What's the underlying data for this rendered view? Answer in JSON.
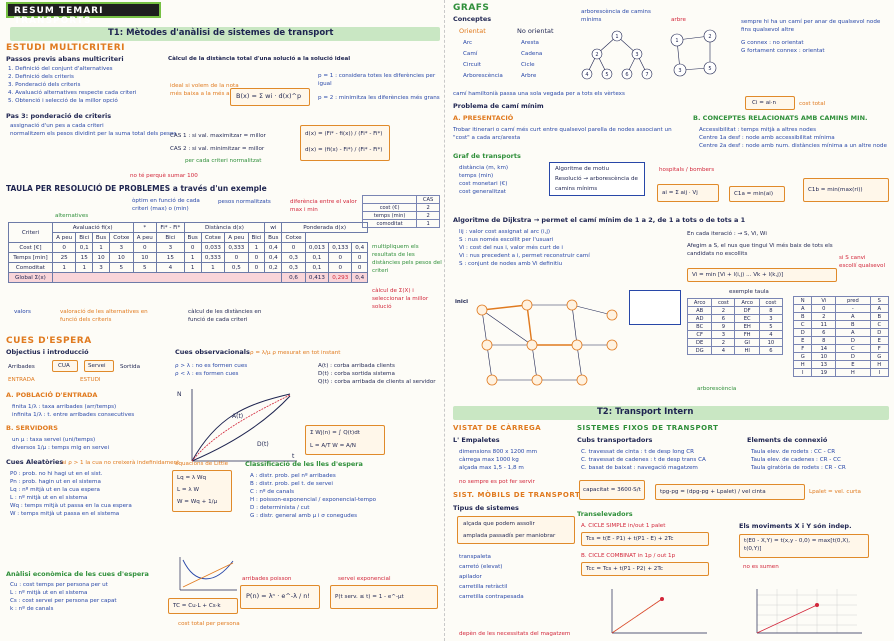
{
  "header": {
    "banner": "RESUM TEMARI TRANSPORTS"
  },
  "t1": {
    "title": "T1: Mètodes d'anàlisi de sistemes de transport",
    "multicriteri": {
      "heading": "ESTUDI MULTICRITERI",
      "intro": "Passos previs abans multicriteri",
      "steps": [
        "1. Definició del conjunt d'alternatives",
        "2. Definició dels criteris",
        "3. Ponderació dels criteris",
        "4. Avaluació alternatives respecte cada criteri",
        "5. Obtenció i selecció de la millor opció"
      ],
      "pas3": "Pas 3: ponderació de criteris",
      "pas3_items": [
        "assignació d'un pes a cada criteri",
        "normalitzem els pesos dividint per la suma total dels pesos"
      ],
      "pas3_note": "no té perquè sumar 100",
      "calcul_title": "Càlcul de la distància total d'una solució a la solució ideal",
      "formula_B": "B(x) = Σ wi · d(x)^p",
      "p_notes": [
        "p = 1 : considera totes les diferències per igual",
        "p = 2 : minimitza les diferències més grans"
      ],
      "p_caption": "ideal si volem de la nota més baixa a la més alta",
      "cas_title": "CAS 1 : si val. maximitzar = millor",
      "cas2_title": "CAS 2 : si val. minimitzar = millor",
      "formula_d1": "d(x) = (Fi* - fi(x)) / (Fi* - Fi*)",
      "formula_d2": "d(x) = (fi(x) - Fi*) / (Fi* - Fi*)",
      "cas_note": "per cada criteri normalitzat",
      "taula_title": "TAULA PER RESOLUCIÓ DE PROBLEMES a través d'un exemple",
      "tag_alternatives": "alternatives",
      "tag_optim": "òptim en funció de cada criteri (max) o (min)",
      "tag_pesos": "pesos normalitzats",
      "tag_dist": "diferència entre el valor max i min",
      "tag_actors": "valors",
      "tag_val_alt": "valoració de les alternatives en funció dels criteris",
      "tag_calc_dist": "càlcul de les distàncies en funció de cada criteri",
      "tag_multi": "multipliquem els resultats de les distàncies pels pesos del criteri",
      "tag_calc_best": "càlcul de Σ(X) i seleccionar la millor solució",
      "small_table": {
        "header": "CAS",
        "rows": [
          [
            "cost (€)",
            "2"
          ],
          [
            "temps (min)",
            "2"
          ],
          [
            "comoditat",
            "1"
          ]
        ]
      }
    },
    "criteria_table": {
      "group1": "Avaluació fi(x)",
      "group2": "Distància d(x)",
      "group3": "Ponderada d(x)",
      "cols": [
        "A peu",
        "Bici",
        "Bus",
        "Cotxe",
        "*",
        "Fi* - Fi*",
        "A peu",
        "Bici",
        "Bus",
        "Cotxe",
        "wi",
        "A peu",
        "Bici",
        "Bus",
        "Cotxe"
      ],
      "row_label": "Criteri",
      "rows": [
        [
          "Cost [€]",
          "0",
          "0,1",
          "1",
          "3",
          "0",
          "3",
          "0",
          "0,033",
          "0,333",
          "1",
          "0,4",
          "0",
          "0,013",
          "0,133",
          "0,4"
        ],
        [
          "Temps [min]",
          "25",
          "15",
          "10",
          "10",
          "10",
          "15",
          "1",
          "0,333",
          "0",
          "0",
          "0,4",
          "0,3",
          "0,1",
          "0",
          "0"
        ],
        [
          "Comoditat",
          "1",
          "1",
          "3",
          "5",
          "5",
          "4",
          "1",
          "1",
          "0,5",
          "0",
          "0,2",
          "0,3",
          "0,1",
          "0",
          "0"
        ]
      ],
      "global_label": "Global Σ(x)",
      "global": [
        "0,6",
        "0,413",
        "0,293",
        "0,4"
      ]
    },
    "cues": {
      "heading": "CUES D'ESPERA",
      "objectius": "Objectius i introducció",
      "flow": [
        "Arribades",
        "CUA",
        "Servei",
        "Sortida"
      ],
      "flow_labels": [
        "ENTRADA",
        "ESTUDI"
      ],
      "a_title": "A. POBLACIÓ D'ENTRADA",
      "a_items": [
        "finita   1/λ : taxa arribades (arr/temps)",
        "infinita   1/λ : t. entre arribades consecutives"
      ],
      "b_title": "B. SERVIDORS",
      "b_items": [
        "un   μ : taxa servei (uni/temps)",
        "diversos   1/μ : temps mig en servei"
      ],
      "alertes_title": "Cues Aleatòries",
      "alertes_note": "si ρ > 1 la cua no creixerà indefinidament",
      "alertes_items": [
        "P0 : prob. no hi hagi ut en el sist.",
        "Pn : prob. hagin ut en el sistema",
        "Lq : nº mitjà ut en la cua espera",
        "L : nº mitjà ut en el sistema",
        "Wq : temps mitjà ut passa en la cua espera",
        "W : temps mitjà ut passa en el sistema"
      ],
      "analisi": "Anàlisi econòmica de les cues d'espera",
      "analisi_items": [
        "Cu : cost temps per persona per ut",
        "L : nº mitjà ut en el sistema",
        "Cs : cost servei per persona per capat",
        "k : nº de canals"
      ],
      "eq_title": "equacions de Little",
      "eq": [
        "Lq = λ Wq",
        "L = λ W",
        "W = Wq + 1/μ"
      ],
      "class_title": "Classificació de les lles d'espera",
      "class_items": [
        "A : distr. prob. pel nº arribades",
        "B : distr. prob. pel t. de servei",
        "C : nº de canals",
        "H : poisson-exponencial / exponencial-tempo",
        "D : determinista / cut",
        "G : distr. general amb μ i σ conegudes"
      ],
      "obs_title": "Cues observacionals",
      "obs_note": "ρ = λ/μ  ρ mesurat en tot instant",
      "obs_items": [
        "ρ > λ : no es formen cues",
        "ρ < λ : es formen cues"
      ],
      "obs_right": [
        "A(t) : corba arribada clients",
        "D(t) : corba sortida sistema",
        "Q(t) : corba arribada de clients al servidor"
      ],
      "poisson_title": "arribades poisson",
      "poisson": "P(n) = λⁿ · e^-λ / n!",
      "servei_title": "servei exponencial",
      "servei": "P(t serv. ≤ t) = 1 - e^-μt",
      "tc": "TC = Cu·L + Cs·k",
      "tc_note": "cost total per persona"
    }
  },
  "grafs": {
    "heading": "GRAFS",
    "conceptes": "Conceptes",
    "col_headers": [
      "Orientat",
      "No orientat"
    ],
    "pairs": [
      [
        "Arc",
        "Aresta"
      ],
      [
        "Camí",
        "Cadena"
      ],
      [
        "Circuit",
        "Cicle"
      ],
      [
        "Arborescència",
        "Arbre"
      ]
    ],
    "labels": [
      "arborescència de camins mínims",
      "arbre"
    ],
    "arbre_notes": [
      "sempre hi ha un camí per anar de qualsevol node fins qualsevol altre",
      "G connex : no orientat",
      "G fortament connex : orientat"
    ],
    "hamilton": "camí hamiltonià passa una sola vegada per a tots els vèrtexs",
    "problema": "Problema de camí mínim",
    "a_pres": "A. PRESENTACIÓ",
    "a_text": "Trobar itinerari o camí més curt entre qualsevol parella de nodes associant un \"cost\" a cada arc/aresta",
    "cost_formula": "Ci = ai·n",
    "cost_note": "cost total",
    "b_title": "B. CONCEPTES RELACIONATS AMB CAMINS MIN.",
    "b_items": [
      "Accessibilitat : temps mitjà a altres nodes",
      "Centre 1a desf : node amb accessibilitat mínima",
      "Centre 2a desf : node amb num. distàncies mínima a un altre node"
    ],
    "graf_title": "Graf de transports",
    "graf_items": [
      "distància (m, km)",
      "temps (min)",
      "cost monetari (€)",
      "cost generalitzat"
    ],
    "alg_box": [
      "Algoritme de motiu",
      "Resolució → arborescència de",
      "camins mínims"
    ],
    "hospitals": "hospitals / bombers",
    "acc_formula": "ai = Σ aij · Vj",
    "c1_formula": "C1a = min(ai)",
    "c1b_formula": "C1b = min(max(ri))",
    "dijkstra": "Algoritme de Dijkstra → permet el camí mínim de 1 a 2, de 1 a tots o de tots a 1",
    "dij_items": [
      "lij : valor cost assignat al arc (i,j)",
      "S : nus només escollit per l'usuari",
      "Vi : cost del nus i, valor més curt de i",
      "Vi : nus precedent a i, permet reconstruir camí",
      "S : conjunt de nodes amb Vi definitiu"
    ],
    "dij_steps": [
      "En cada iteració : → S, Vi, Wi",
      "Afegim a S, el nus que tingui Vi més baix de tots els candidats no escollits"
    ],
    "dij_right": [
      "si S canvi",
      "escollí qualsevol"
    ],
    "dij_formula": "Vi = min [Vi + l(i,j) ... Vk + l(k,j)]",
    "exemple": "exemple taula",
    "inici": "inici",
    "arborescencia": "arborescència"
  },
  "t2": {
    "title": "T2: Transport Intern",
    "via": "VISTAT DE CÀRREGA",
    "sist_title": "SISTEMES FIXOS DE TRANSPORT",
    "empalet": "L' Empaletes",
    "empalet_items": [
      "dimensions 800 x 1200 mm",
      "càrrega max 1000 kg",
      "alçada max 1,5 - 1,8 m"
    ],
    "empalet_note": "no sempre es pot fer servir",
    "sist_tipus": "SIST. MÒBILS DE TRANSPORT",
    "tipus_title": "Tipus de sistemes",
    "tipus_box": [
      "alçada que podem assolir",
      "amplada passadís per maniobrar"
    ],
    "tipus_items": [
      "transpaleta",
      "carretó (elevat)",
      "apilador",
      "carretilla retràctil",
      "carretilla contrapesada"
    ],
    "tipus_note": "depèn de les necessitats del magatzem",
    "corbes_title": "Cubs transportadors",
    "corbes_items": [
      "C. travessat de cinta : t de desp long CR",
      "C. travessat de cadenes : t de desp trans CA",
      "C. basat de baixat : navegació magatzem"
    ],
    "cap_box": "capacitat = 3600·S/t",
    "tpg_box": "tpg-pg = (dpg-pg + Lpalet) / vel cinta",
    "tpg_note": "Lpalet = vel. curta",
    "elem_title": "Elements de connexió",
    "elem_items": [
      "Taula elev. de rodets : CC - CR",
      "Taula elev. de cadenes : CR - CC",
      "Taula giratòria de rodets : CR - CR"
    ],
    "transelevador": "Transelevadors",
    "trans_a": "A. CICLE SIMPLE  in/out 1 palet",
    "trans_a_formula": "Tcs = t(E - P1) + t(P1 - E) + 2Tc",
    "trans_b": "B. CICLE COMBINAT  in 1p / out 1p",
    "trans_b_formula": "Tcc = Tcs + t(P1 - P2) + 2Tc",
    "mov_title": "Els moviments X i Y són indep.",
    "mov_formula": "t(E0 - X,Y) = t(x,y - 0,0) = max[t(0,X), t(0,Y)]",
    "mov_note": "no es sumen"
  },
  "colors": {
    "green": "#2f8f3a",
    "orange": "#e07a1f",
    "red": "#d2263a",
    "blue": "#2847a8",
    "ink": "#1e2450"
  }
}
